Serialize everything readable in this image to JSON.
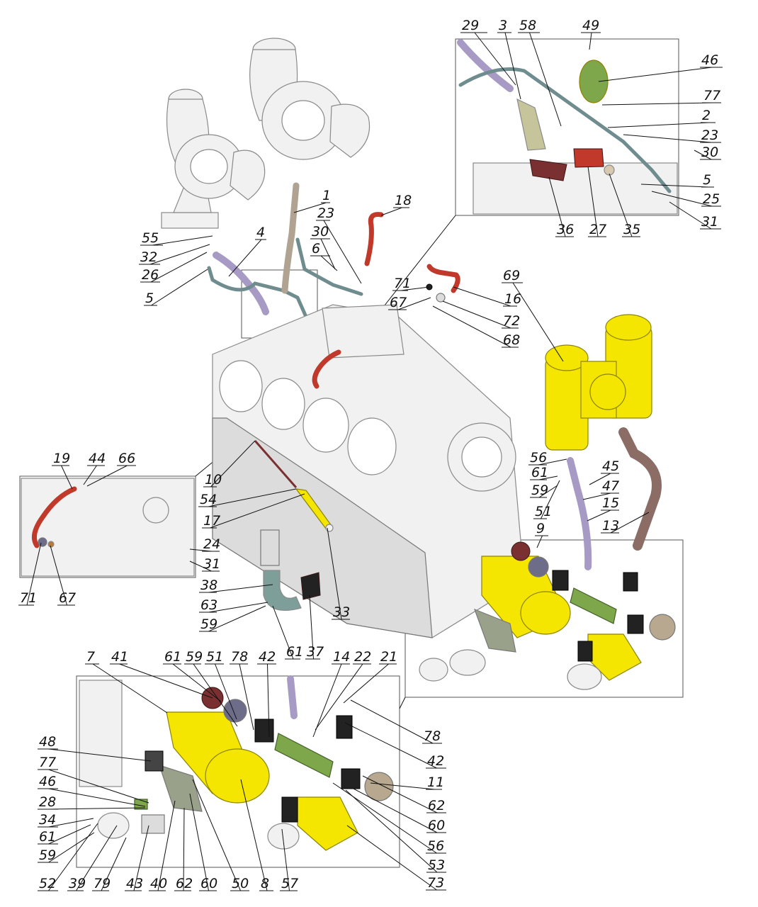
{
  "diagram": {
    "colors": {
      "yellow_parts": "#f4e600",
      "green_pipe": "#7ea64b",
      "red_pipe": "#c0392b",
      "lilac_pipe": "#a79bc5",
      "brown_pipe": "#8b6d66",
      "gasket": "#7a3030",
      "block": "#f1f1f1"
    },
    "callouts": {
      "top_inset": [
        "29",
        "3",
        "58",
        "49",
        "46",
        "77",
        "2",
        "23",
        "30",
        "5",
        "25",
        "31",
        "36",
        "27",
        "35"
      ],
      "upper_left": [
        "55",
        "32",
        "26",
        "5",
        "4",
        "1",
        "23",
        "30",
        "6",
        "18"
      ],
      "upper_center": [
        "71",
        "16",
        "67",
        "72",
        "68",
        "69"
      ],
      "block_left": [
        "10",
        "54",
        "17",
        "24",
        "31",
        "38",
        "63",
        "59",
        "61",
        "37",
        "33"
      ],
      "left_inset": [
        "19",
        "44",
        "66",
        "71",
        "67"
      ],
      "right_side": [
        "56",
        "61",
        "59",
        "51",
        "45",
        "47",
        "15",
        "13",
        "9"
      ],
      "bottom_top_row": [
        "7",
        "41",
        "61",
        "59",
        "51",
        "78",
        "42",
        "14",
        "22",
        "21"
      ],
      "bottom_right_col": [
        "78",
        "42",
        "11",
        "62",
        "60",
        "56",
        "53",
        "73"
      ],
      "bottom_left_col": [
        "48",
        "77",
        "46",
        "28",
        "34",
        "61",
        "59"
      ],
      "bottom_row": [
        "52",
        "39",
        "79",
        "43",
        "40",
        "62",
        "60",
        "50",
        "8",
        "57"
      ]
    }
  }
}
